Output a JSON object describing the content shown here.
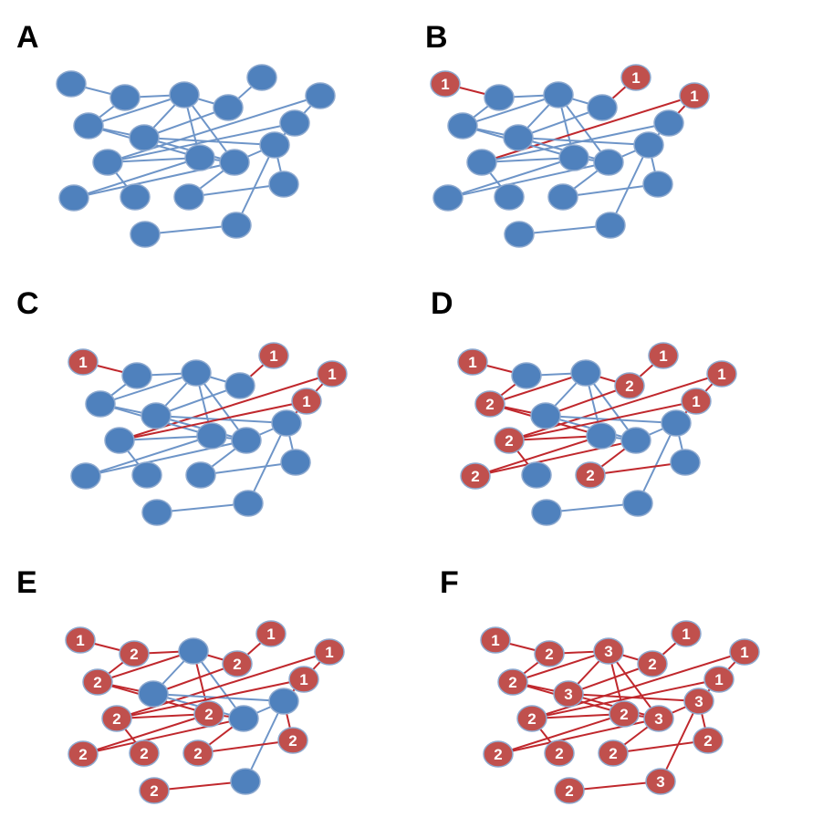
{
  "colors": {
    "blue_node": "#4f81bd",
    "red_node": "#c0504d",
    "blue_edge": "#6e95c8",
    "red_edge": "#c0282d",
    "node_border": "#8da9cf"
  },
  "nodes": [
    {
      "id": "n1"
    },
    {
      "id": "n2"
    },
    {
      "id": "n3"
    },
    {
      "id": "n4"
    },
    {
      "id": "n5"
    },
    {
      "id": "n6"
    },
    {
      "id": "n7"
    },
    {
      "id": "n8"
    },
    {
      "id": "n9"
    },
    {
      "id": "n10"
    },
    {
      "id": "n11"
    },
    {
      "id": "n12"
    },
    {
      "id": "n13"
    },
    {
      "id": "n14"
    },
    {
      "id": "n15"
    },
    {
      "id": "n16"
    },
    {
      "id": "n17"
    },
    {
      "id": "n18"
    },
    {
      "id": "n19"
    }
  ],
  "edges": [
    [
      "n1",
      "n2"
    ],
    [
      "n2",
      "n3"
    ],
    [
      "n3",
      "n4"
    ],
    [
      "n4",
      "n5"
    ],
    [
      "n2",
      "n7"
    ],
    [
      "n3",
      "n7"
    ],
    [
      "n3",
      "n8"
    ],
    [
      "n3",
      "n11"
    ],
    [
      "n3",
      "n12"
    ],
    [
      "n4",
      "n8"
    ],
    [
      "n6",
      "n9"
    ],
    [
      "n6",
      "n10"
    ],
    [
      "n7",
      "n8"
    ],
    [
      "n7",
      "n11"
    ],
    [
      "n8",
      "n12"
    ],
    [
      "n8",
      "n13"
    ],
    [
      "n9",
      "n10"
    ],
    [
      "n9",
      "n13"
    ],
    [
      "n10",
      "n15"
    ],
    [
      "n10",
      "n11"
    ],
    [
      "n11",
      "n12"
    ],
    [
      "n11",
      "n14"
    ],
    [
      "n12",
      "n13"
    ],
    [
      "n12",
      "n14"
    ],
    [
      "n12",
      "n16"
    ],
    [
      "n13",
      "n17"
    ],
    [
      "n13",
      "n18"
    ],
    [
      "n18",
      "n19"
    ],
    [
      "n16",
      "n17"
    ]
  ],
  "panels": [
    {
      "letter": "A",
      "labels": {}
    },
    {
      "letter": "B",
      "labels": {
        "n1": "1",
        "n5": "1",
        "n6": "1"
      }
    },
    {
      "letter": "C",
      "labels": {
        "n1": "1",
        "n5": "1",
        "n6": "1",
        "n9": "1"
      }
    },
    {
      "letter": "D",
      "labels": {
        "n1": "1",
        "n5": "1",
        "n6": "1",
        "n9": "1",
        "n4": "2",
        "n7": "2",
        "n10": "2",
        "n16": "2",
        "n14": "2"
      }
    },
    {
      "letter": "E",
      "labels": {
        "n1": "1",
        "n5": "1",
        "n6": "1",
        "n9": "1",
        "n4": "2",
        "n7": "2",
        "n10": "2",
        "n16": "2",
        "n14": "2",
        "n2": "2",
        "n15": "2",
        "n11": "2",
        "n19": "2",
        "n17": "2"
      }
    },
    {
      "letter": "F",
      "labels": {
        "n1": "1",
        "n5": "1",
        "n6": "1",
        "n9": "1",
        "n4": "2",
        "n7": "2",
        "n10": "2",
        "n16": "2",
        "n14": "2",
        "n2": "2",
        "n15": "2",
        "n11": "2",
        "n19": "2",
        "n17": "2",
        "n3": "3",
        "n8": "3",
        "n12": "3",
        "n13": "3",
        "n18": "3"
      }
    }
  ]
}
